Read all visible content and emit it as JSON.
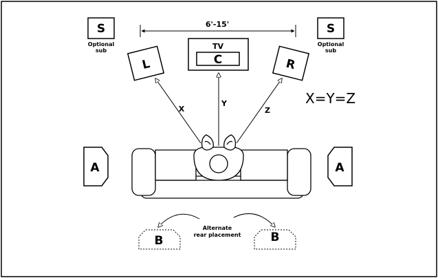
{
  "diagram": {
    "speakers": {
      "sub_left": {
        "label": "S",
        "caption_line1": "Optional",
        "caption_line2": "sub"
      },
      "sub_right": {
        "label": "S",
        "caption_line1": "Optional",
        "caption_line2": "sub"
      },
      "front_left": {
        "label": "L"
      },
      "front_right": {
        "label": "R"
      },
      "center": {
        "label": "C"
      },
      "side_left": {
        "label": "A"
      },
      "side_right": {
        "label": "A"
      },
      "rear_left": {
        "label": "B"
      },
      "rear_right": {
        "label": "B"
      }
    },
    "tv_label": "TV",
    "distance_label": "6'-15'",
    "distance_labels": {
      "x": "X",
      "y": "Y",
      "z": "Z"
    },
    "equation": "X=Y=Z",
    "alternate_rear": {
      "line1": "Alternate",
      "line2": "rear placement"
    }
  }
}
